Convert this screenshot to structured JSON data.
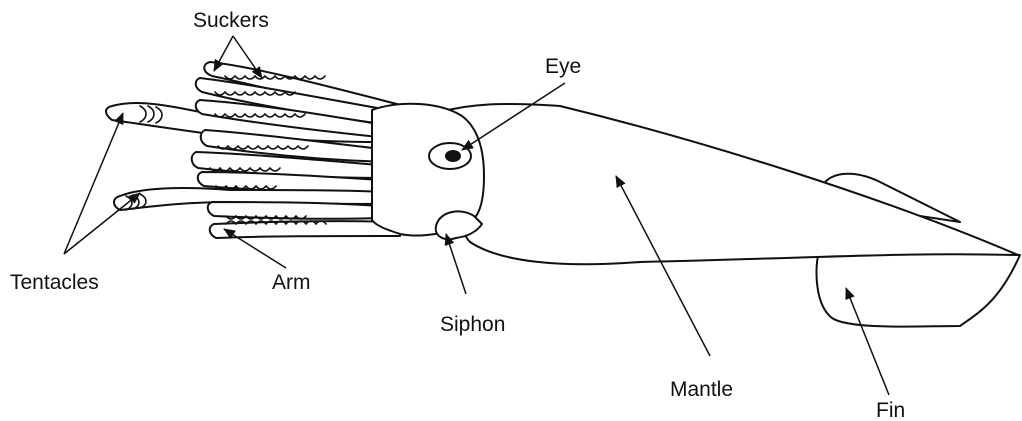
{
  "diagram": {
    "labels": {
      "suckers": "Suckers",
      "eye": "Eye",
      "tentacles": "Tentacles",
      "arm": "Arm",
      "siphon": "Siphon",
      "mantle": "Mantle",
      "fin": "Fin"
    },
    "colors": {
      "line": "#111111",
      "background": "#ffffff"
    }
  }
}
